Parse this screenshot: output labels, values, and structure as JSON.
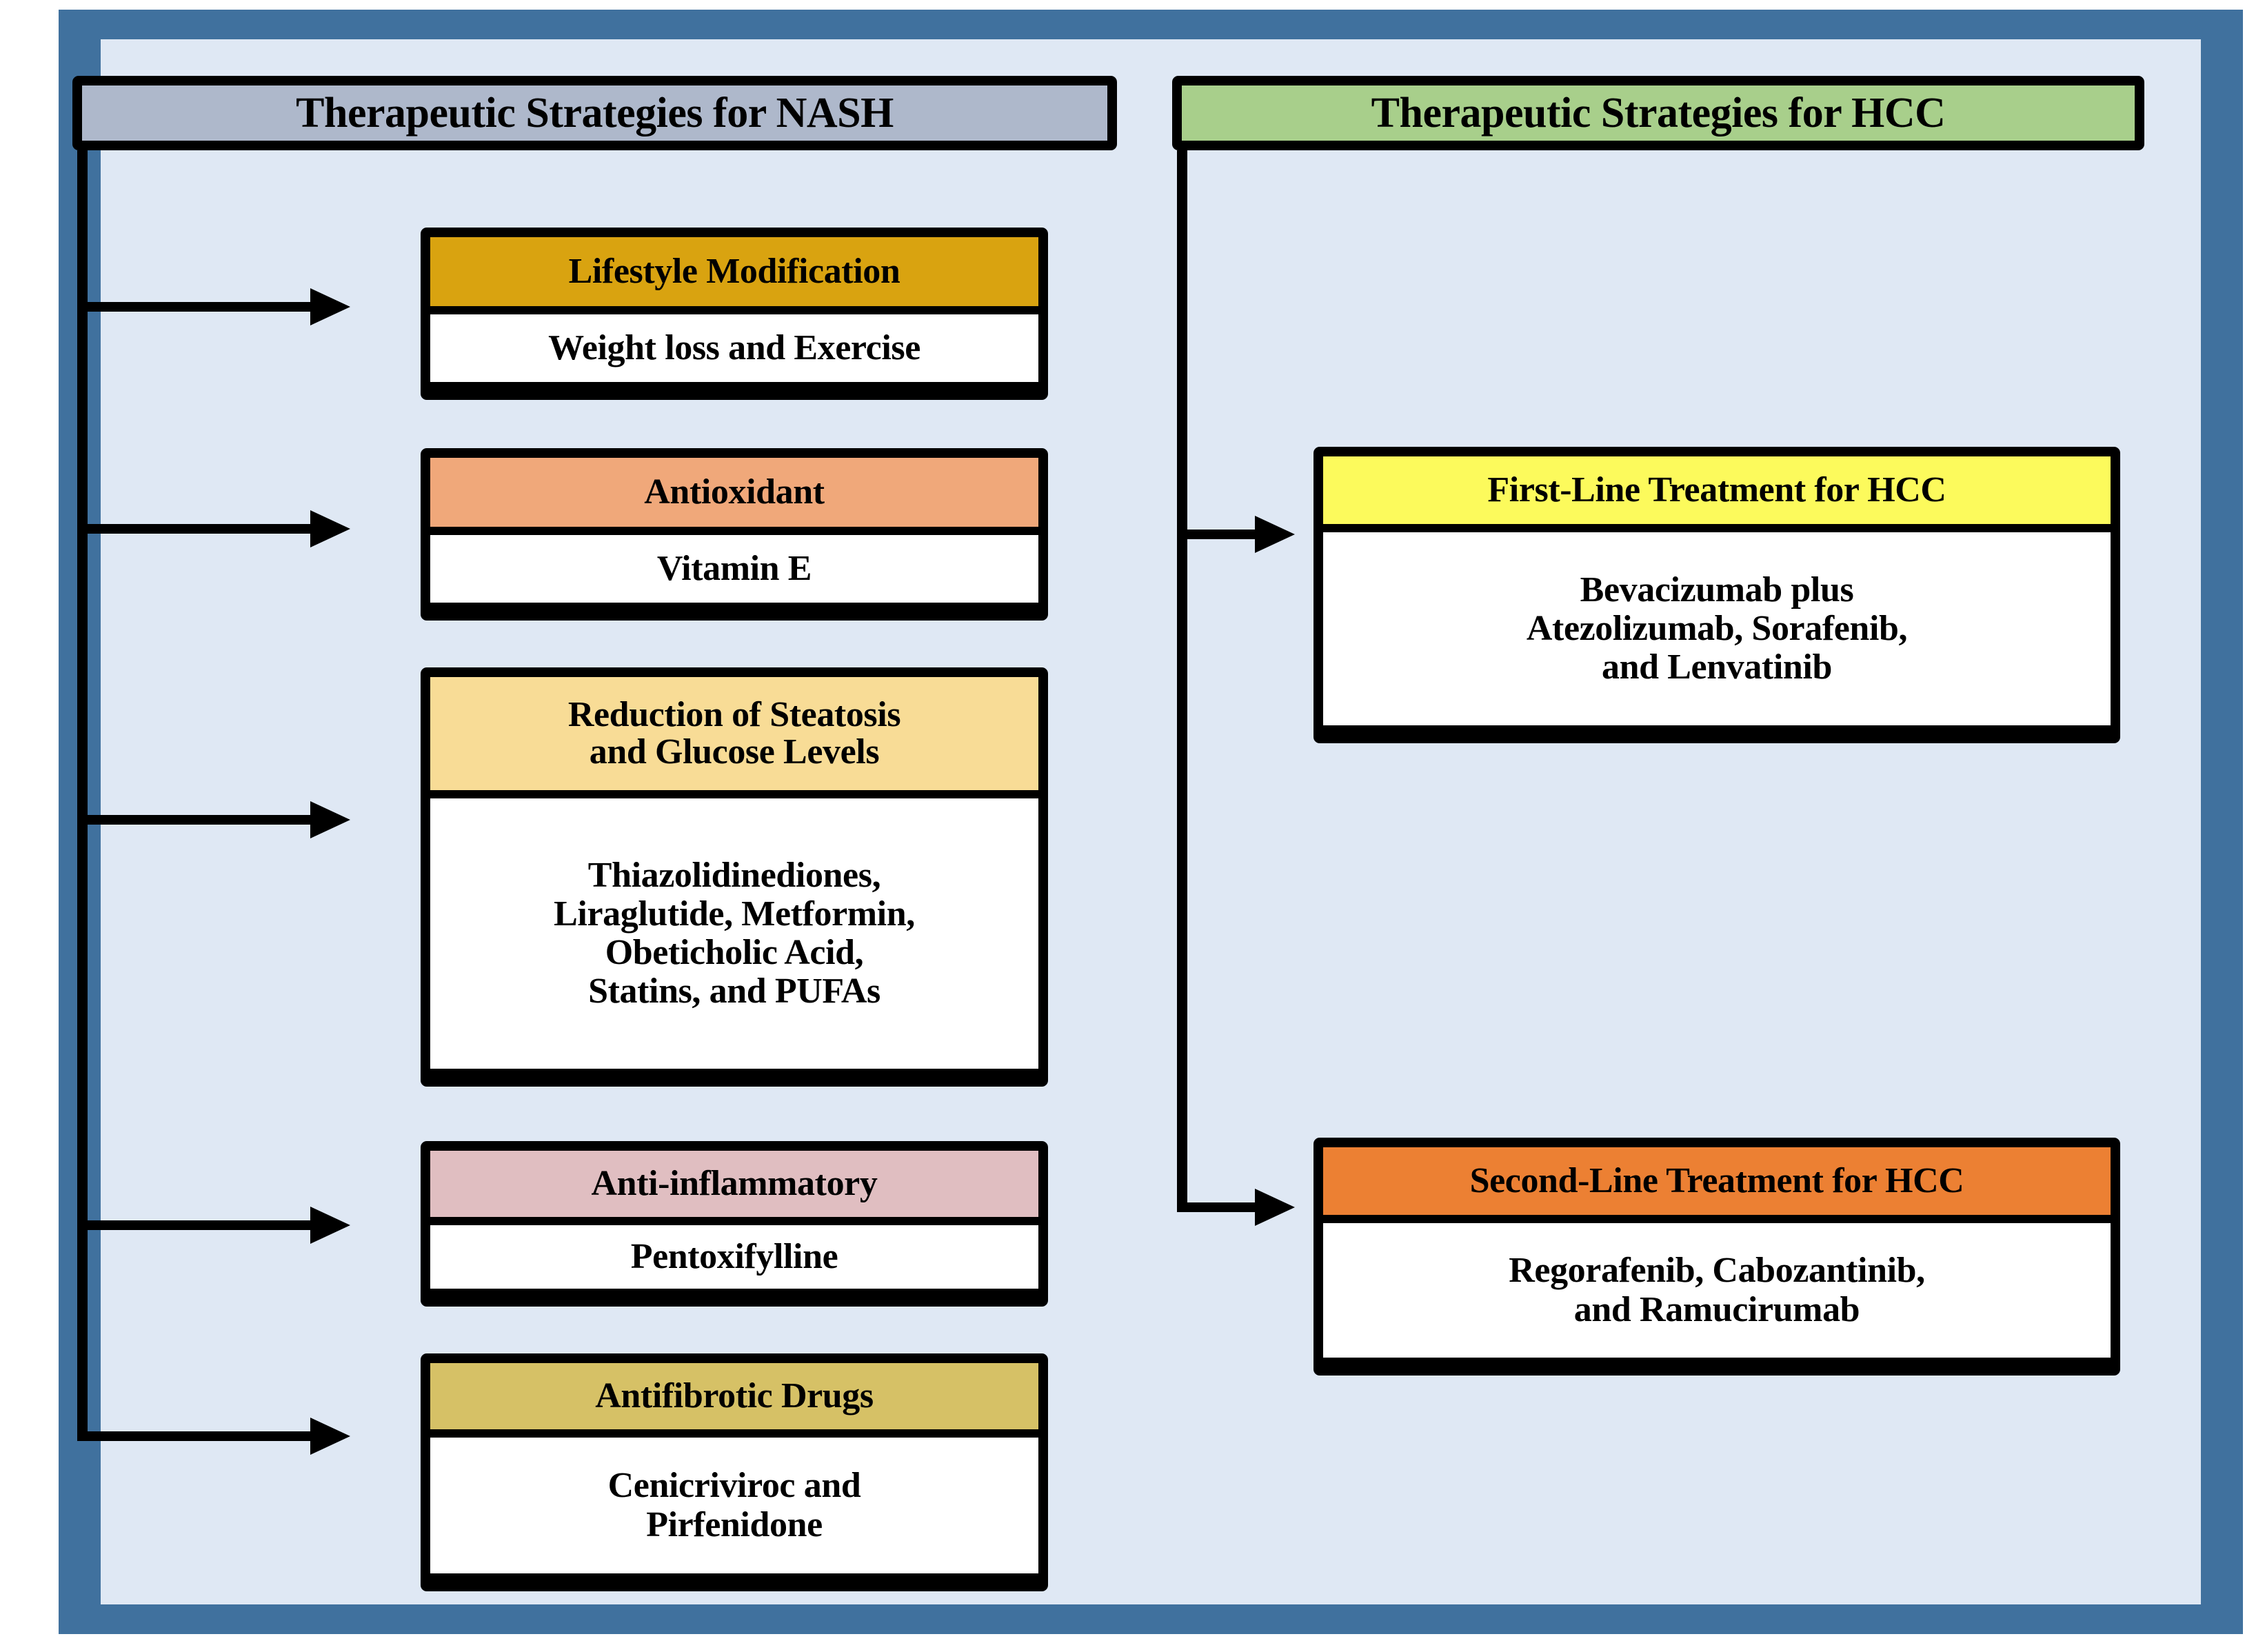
{
  "figure": {
    "frame_color": "#40719e",
    "background_color": "#dfe8f4"
  },
  "columns": [
    {
      "id": "nash",
      "title": "Therapeutic Strategies for NASH",
      "header_color": "#aeb8cb",
      "cards": [
        {
          "title": "Lifestyle Modification",
          "body": "Weight loss and Exercise",
          "color": "#d9a310"
        },
        {
          "title": "Antioxidant",
          "body": "Vitamin E",
          "color": "#f0a87a"
        },
        {
          "title": "Reduction of Steatosis\nand Glucose Levels",
          "body": "Thiazolidinediones,\nLiraglutide, Metformin,\nObeticholic Acid,\nStatins, and PUFAs",
          "color": "#f8dc96"
        },
        {
          "title": "Anti-inflammatory",
          "body": "Pentoxifylline",
          "color": "#e0bec1"
        },
        {
          "title": "Antifibrotic Drugs",
          "body": "Cenicriviroc and\nPirfenidone",
          "color": "#d6c166"
        }
      ]
    },
    {
      "id": "hcc",
      "title": "Therapeutic Strategies for HCC",
      "header_color": "#a8cf8b",
      "cards": [
        {
          "title": "First-Line Treatment for HCC",
          "body": "Bevacizumab plus\nAtezolizumab, Sorafenib,\nand Lenvatinib",
          "color": "#fcfa5c"
        },
        {
          "title": "Second-Line Treatment for HCC",
          "body": "Regorafenib, Cabozantinib,\nand Ramucirumab",
          "color": "#ec8033"
        }
      ]
    }
  ]
}
